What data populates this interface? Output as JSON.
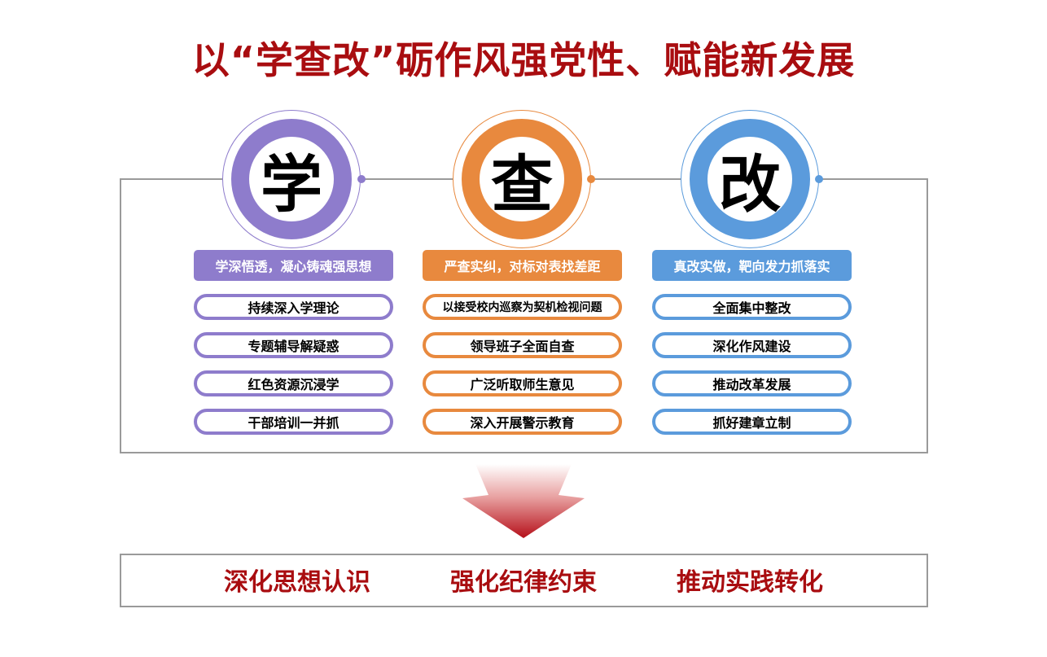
{
  "title": "以“学查改”砺作风强党性、赋能新发展",
  "colors": {
    "title": "#a90d10",
    "xue": "#8e7ccc",
    "cha": "#e8893e",
    "gai": "#5b9bdc"
  },
  "columns": [
    {
      "char": "学",
      "heading": "学深悟透，凝心铸魂强思想",
      "items": [
        "持续深入学理论",
        "专题辅导解疑惑",
        "红色资源沉浸学",
        "干部培训一并抓"
      ]
    },
    {
      "char": "查",
      "heading": "严查实纠，对标对表找差距",
      "items": [
        "以接受校内巡察为契机检视问题",
        "领导班子全面自查",
        "广泛听取师生意见",
        "深入开展警示教育"
      ]
    },
    {
      "char": "改",
      "heading": "真改实做，靶向发力抓落实",
      "items": [
        "全面集中整改",
        "深化作风建设",
        "推动改革发展",
        "抓好建章立制"
      ]
    }
  ],
  "outcomes": [
    "深化思想认识",
    "强化纪律约束",
    "推动实践转化"
  ]
}
